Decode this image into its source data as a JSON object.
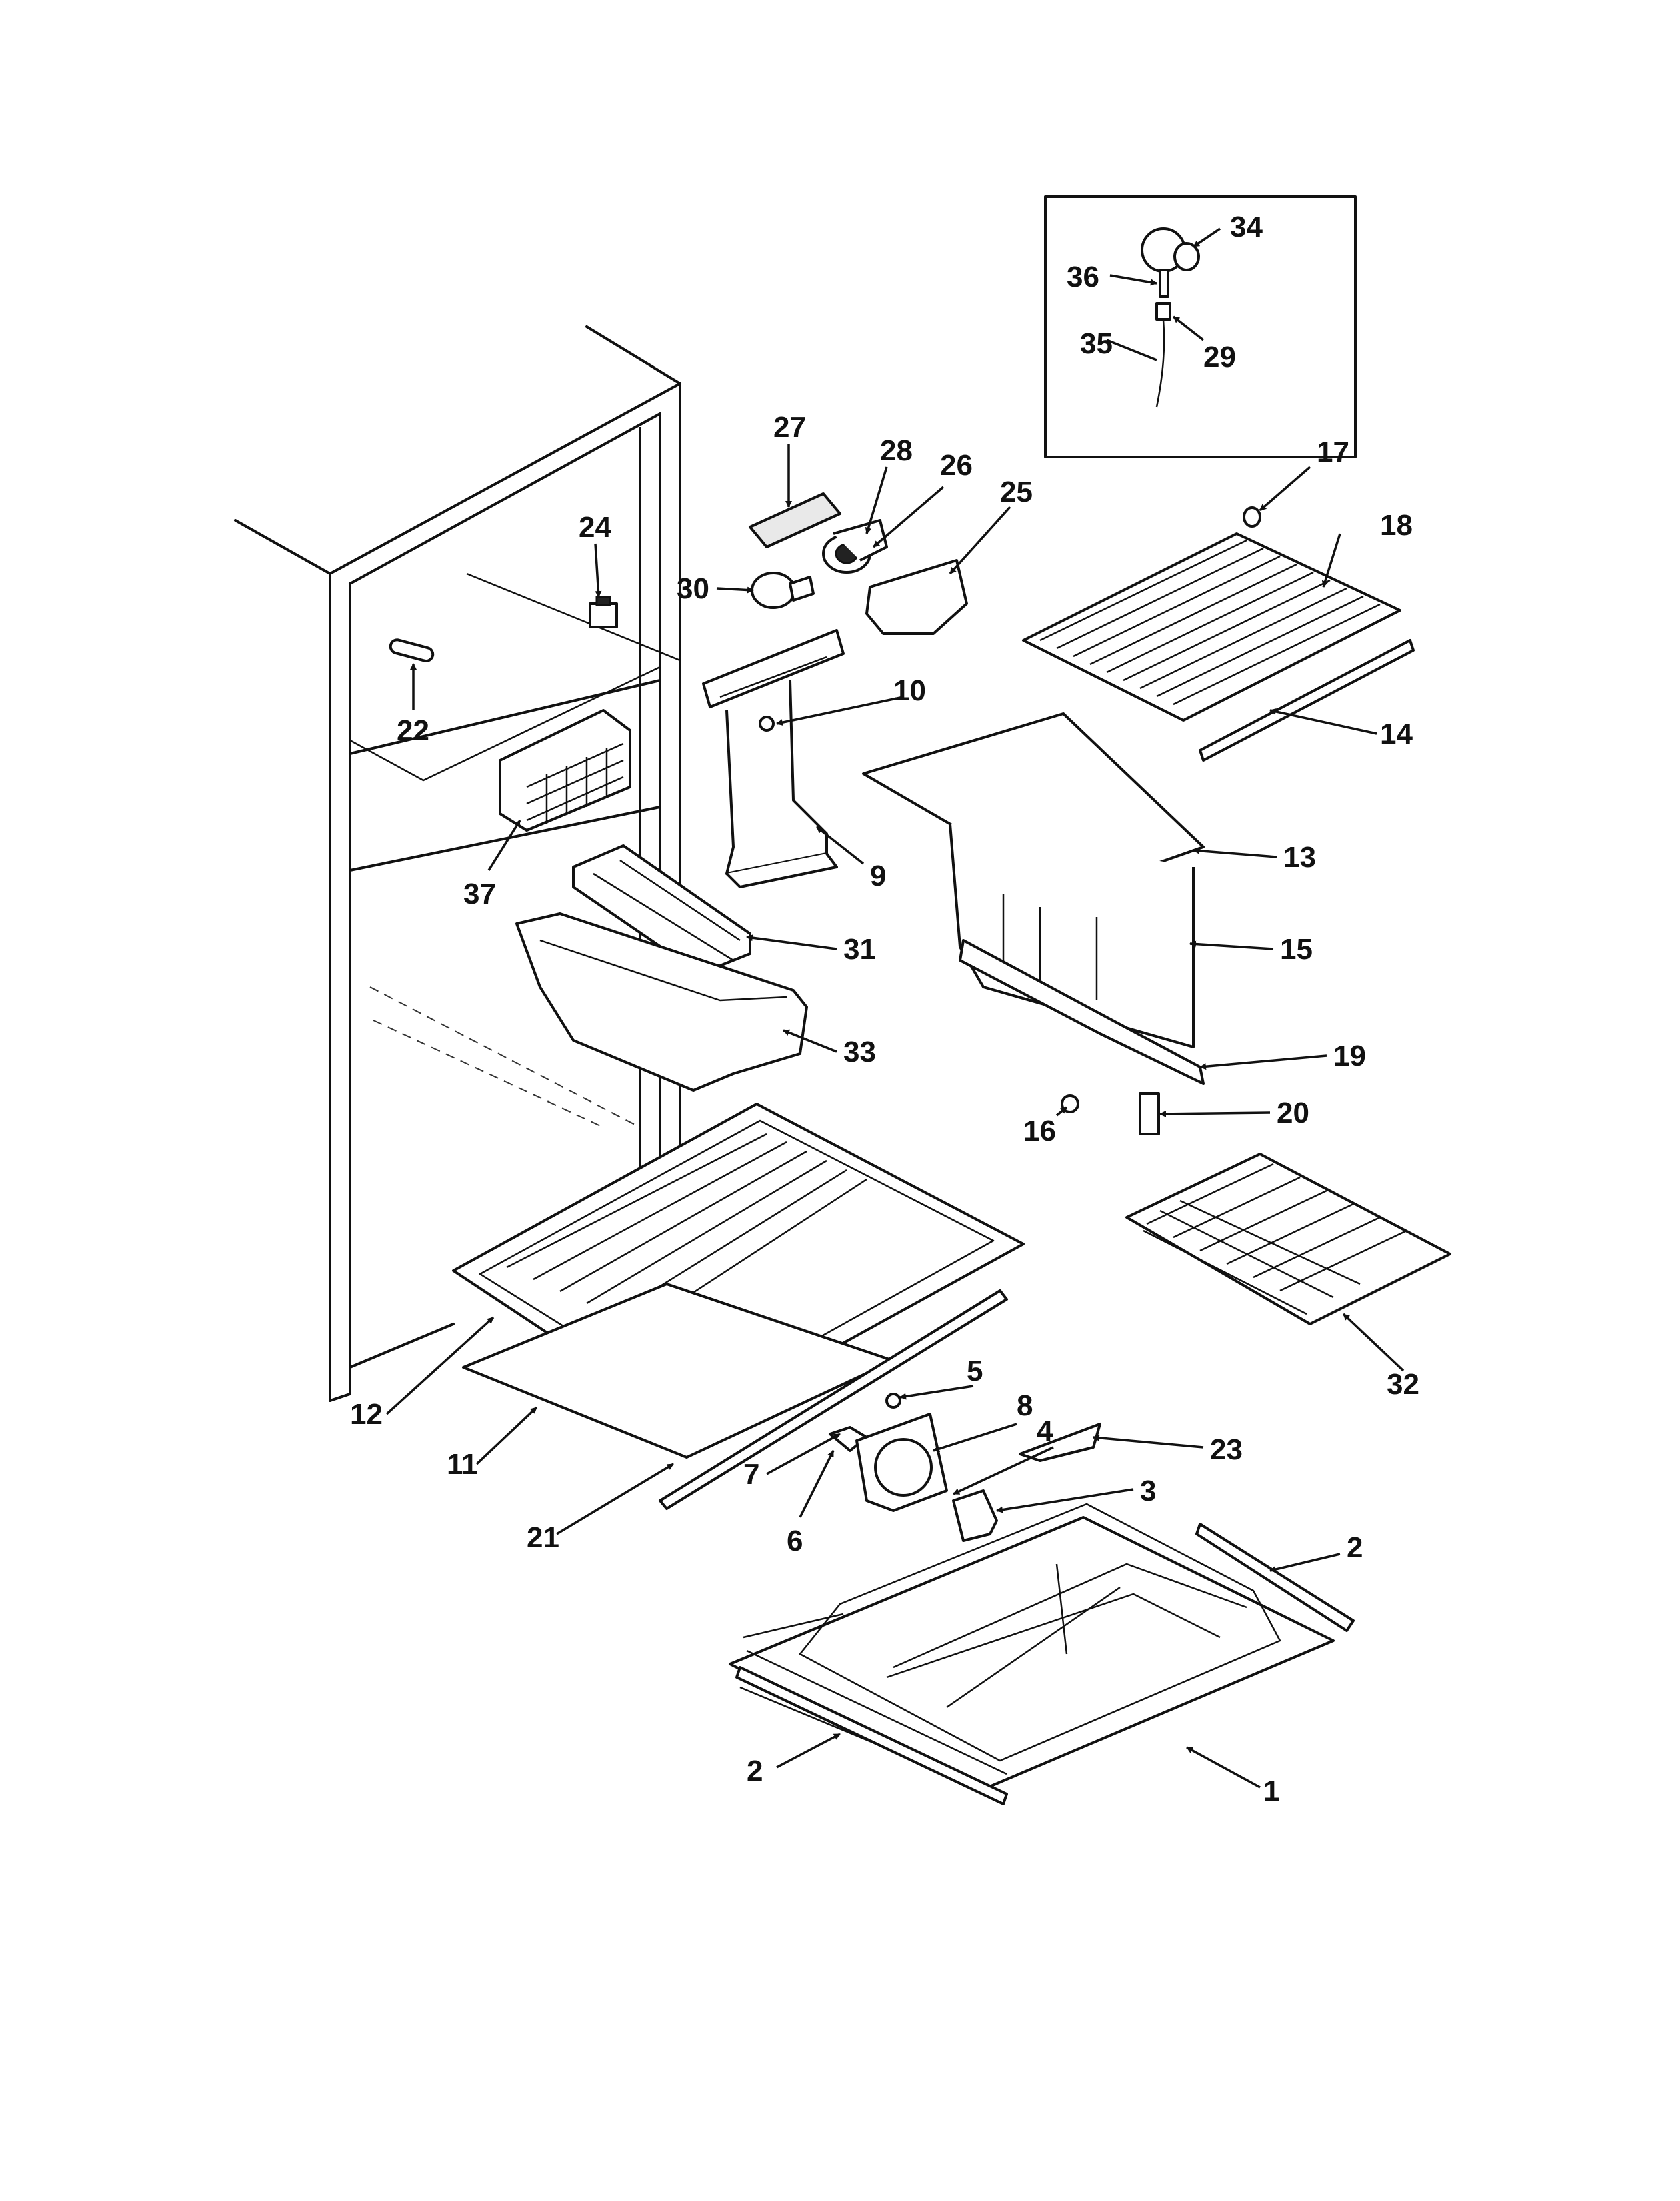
{
  "callouts": [
    "34",
    "36",
    "35",
    "29",
    "27",
    "28",
    "26",
    "25",
    "24",
    "30",
    "17",
    "18",
    "22",
    "10",
    "14",
    "37",
    "9",
    "13",
    "31",
    "15",
    "33",
    "19",
    "16",
    "20",
    "12",
    "32",
    "5",
    "8",
    "4",
    "23",
    "11",
    "7",
    "3",
    "21",
    "6",
    "2",
    "1"
  ]
}
